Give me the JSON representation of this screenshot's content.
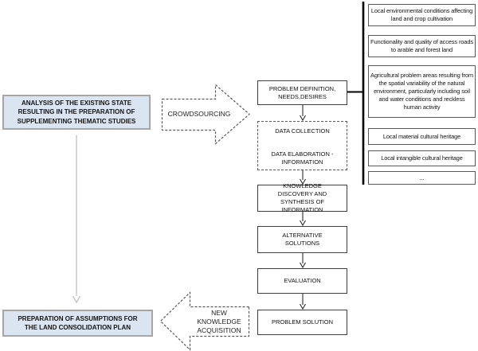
{
  "palette": {
    "highlight_fill": "#dbe5f1",
    "highlight_border": "#a6a6a6",
    "flow_box_border": "#3f3f3f",
    "dashed_stroke": "#595959",
    "connector_black": "#1a1a1a",
    "bracket_black": "#000000",
    "gray_arrow": "#c3c3c3"
  },
  "left_column": {
    "analysis": "ANALYSIS OF THE EXISTING STATE RESULTING IN THE PREPARATION OF SUPPLEMENTING THEMATIC STUDIES",
    "preparation": "PREPARATION OF ASSUMPTIONS FOR THE LAND CONSOLIDATION PLAN"
  },
  "block_arrows": {
    "crowdsourcing": "CROWDSOURCING",
    "new_knowledge": "NEW KNOWLEDGE ACQUISITION"
  },
  "flow": {
    "problem_definition": "PROBLEM DEFINITION, NEEDS,DESIRES",
    "data_collection": "DATA COLLECTION",
    "data_elaboration": "DATA ELABORATION - INFORMATION",
    "knowledge_discovery": "KNOWLEDGE DISCOVERY AND SYNTHESIS OF INFORMATION",
    "alternative_solutions": "ALTERNATIVE SOLUTIONS",
    "evaluation": "EVALUATION",
    "problem_solution": "PROBLEM SOLUTION"
  },
  "topics": [
    "Local environmental conditions affecting land and crop cultivation",
    "Functionality and quality of access roads to arable and forest land",
    "Agricultural problem areas resulting from the spatial variability of the natural environment, particularly including soil and water conditions and reckless human activity",
    "Local material cultural heritage",
    "Local intangible cultural heritage",
    "..."
  ]
}
